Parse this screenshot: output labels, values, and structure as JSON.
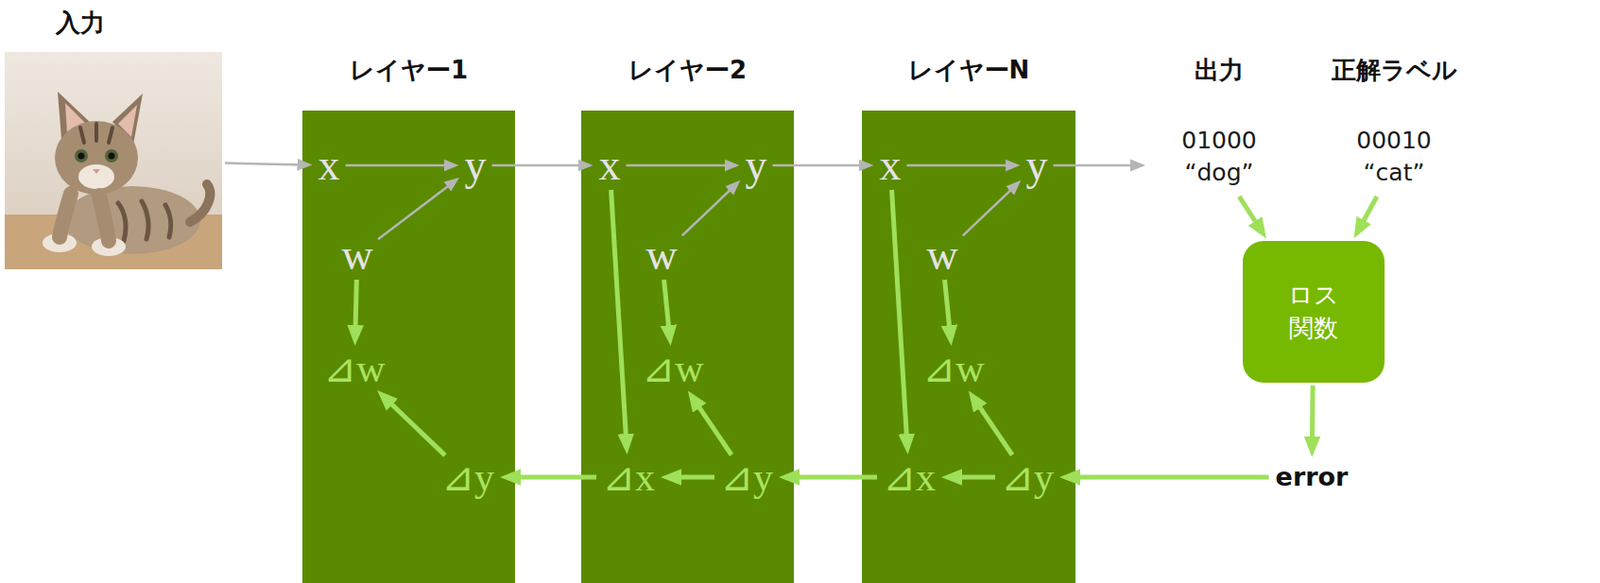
{
  "diagram": {
    "nodes": [
      {
        "text": [
          "入力"
        ]
      },
      {
        "text": [
          "レイヤー1"
        ]
      },
      {
        "text": [
          "x"
        ],
        "in": 1
      },
      {
        "text": [
          "y"
        ],
        "in": 1
      },
      {
        "text": [
          "w"
        ],
        "in": 1
      },
      {
        "text": [
          "⊿w"
        ],
        "in": 1
      },
      {
        "text": [
          "⊿y"
        ],
        "in": 1
      },
      {
        "text": [
          "レイヤー2"
        ]
      },
      {
        "text": [
          "x"
        ],
        "in": 7
      },
      {
        "text": [
          "y"
        ],
        "in": 7
      },
      {
        "text": [
          "w"
        ],
        "in": 7
      },
      {
        "text": [
          "⊿w"
        ],
        "in": 7
      },
      {
        "text": [
          "⊿x"
        ],
        "in": 7
      },
      {
        "text": [
          "⊿y"
        ],
        "in": 7
      },
      {
        "text": [
          "レイヤーN"
        ]
      },
      {
        "text": [
          "x"
        ],
        "in": 14
      },
      {
        "text": [
          "y"
        ],
        "in": 14
      },
      {
        "text": [
          "w"
        ],
        "in": 14
      },
      {
        "text": [
          "⊿w"
        ],
        "in": 14
      },
      {
        "text": [
          "⊿x"
        ],
        "in": 14
      },
      {
        "text": [
          "⊿y"
        ],
        "in": 14
      },
      {
        "text": [
          "出力",
          "01000 “dog”"
        ]
      },
      {
        "text": [
          "正解ラベル",
          "00010 “cat”"
        ]
      },
      {
        "text": [
          "ロス 関数"
        ]
      },
      {
        "text": [
          "error"
        ]
      }
    ],
    "edges": [
      {
        "from": 0,
        "to": 2,
        "arrow": "to"
      },
      {
        "from": 2,
        "to": 3,
        "arrow": "to"
      },
      {
        "from": 4,
        "to": 3,
        "arrow": "to"
      },
      {
        "from": 4,
        "to": 5,
        "arrow": "to"
      },
      {
        "from": 6,
        "to": 5,
        "arrow": "to"
      },
      {
        "from": 3,
        "to": 8,
        "arrow": "to"
      },
      {
        "from": 8,
        "to": 9,
        "arrow": "to"
      },
      {
        "from": 10,
        "to": 9,
        "arrow": "to"
      },
      {
        "from": 10,
        "to": 11,
        "arrow": "to"
      },
      {
        "from": 8,
        "to": 12,
        "arrow": "to"
      },
      {
        "from": 13,
        "to": 12,
        "arrow": "to"
      },
      {
        "from": 13,
        "to": 11,
        "arrow": "to"
      },
      {
        "from": 12,
        "to": 6,
        "arrow": "to"
      },
      {
        "from": 9,
        "to": 15,
        "arrow": "to"
      },
      {
        "from": 15,
        "to": 16,
        "arrow": "to"
      },
      {
        "from": 17,
        "to": 16,
        "arrow": "to"
      },
      {
        "from": 17,
        "to": 18,
        "arrow": "to"
      },
      {
        "from": 15,
        "to": 19,
        "arrow": "to"
      },
      {
        "from": 20,
        "to": 19,
        "arrow": "to"
      },
      {
        "from": 20,
        "to": 18,
        "arrow": "to"
      },
      {
        "from": 19,
        "to": 13,
        "arrow": "to"
      },
      {
        "from": 16,
        "to": 21,
        "arrow": "to"
      },
      {
        "from": 21,
        "to": 23,
        "arrow": "to"
      },
      {
        "from": 22,
        "to": 23,
        "arrow": "to"
      },
      {
        "from": 23,
        "to": 24,
        "arrow": "to"
      },
      {
        "from": 24,
        "to": 20,
        "arrow": "to"
      }
    ]
  }
}
